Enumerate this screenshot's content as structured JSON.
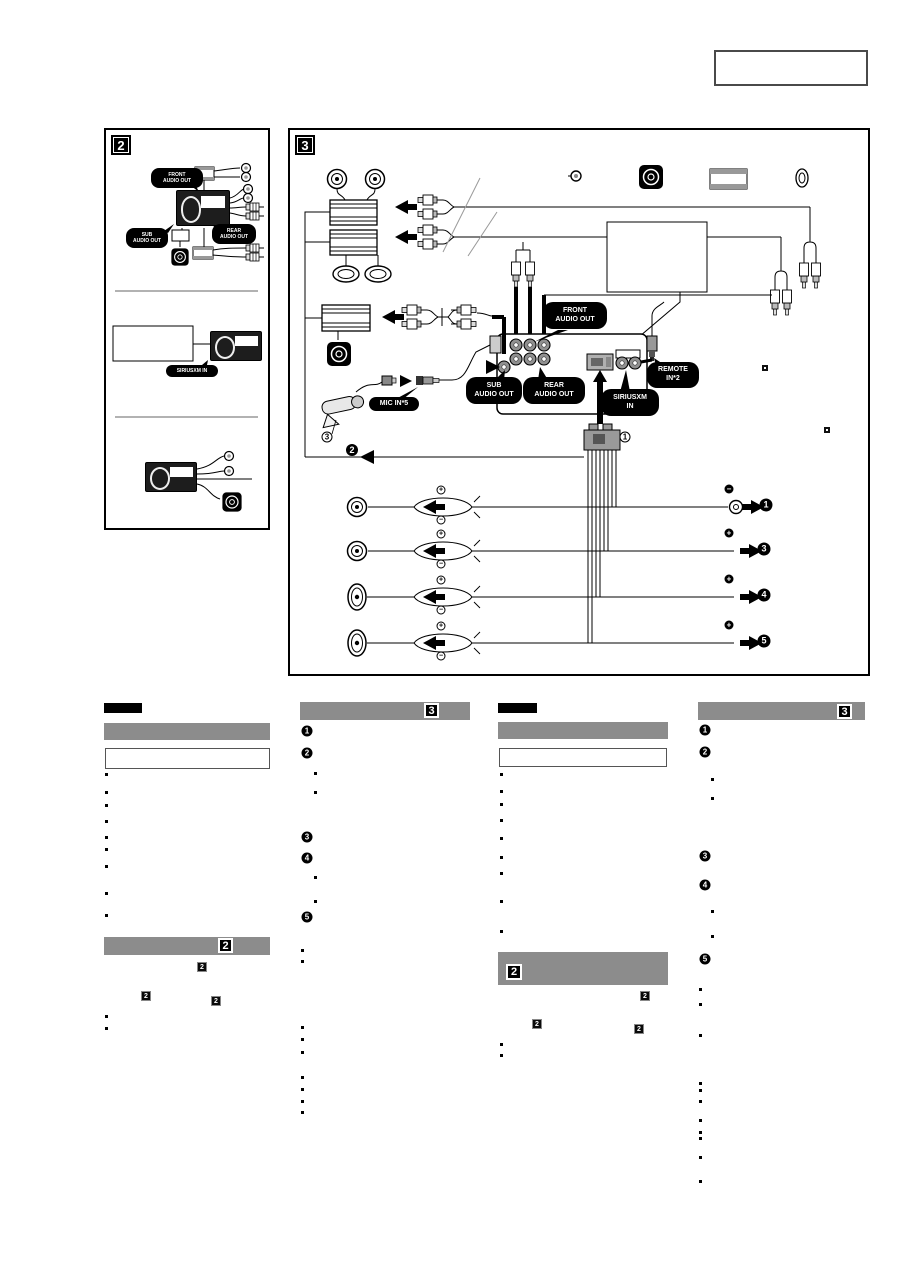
{
  "page": {
    "top_right_box": ""
  },
  "diagram2": {
    "tag": "2",
    "front": "FRONT\nAUDIO OUT",
    "sub": "SUB\nAUDIO OUT",
    "rear": "REAR\nAUDIO OUT",
    "sirius": "SIRIUSXM IN"
  },
  "diagram3": {
    "tag": "3",
    "front": "FRONT\nAUDIO OUT",
    "sub": "SUB\nAUDIO OUT",
    "rear": "REAR\nAUDIO OUT",
    "sirius": "SIRIUSXM\nIN",
    "remote": "REMOTE\nIN*2",
    "mic": "MIC IN*5",
    "mic_ref": "3",
    "harness_ref": "1",
    "power_ref": "2",
    "circuits": [
      {
        "num": "1",
        "plus": "+",
        "minus": "−",
        "pol": "−"
      },
      {
        "num": "3",
        "plus": "+",
        "minus": "−",
        "pol": "+"
      },
      {
        "num": "4",
        "plus": "+",
        "minus": "−",
        "pol": "+"
      },
      {
        "num": "5",
        "plus": "+",
        "minus": "−",
        "pol": "+"
      }
    ]
  },
  "columns": {
    "col1": {
      "bar2_tag": "2",
      "refs": [
        "2",
        "2",
        "2"
      ]
    },
    "col2": {
      "bar_tag": "3",
      "steps": [
        "1",
        "2",
        "3",
        "4",
        "5"
      ]
    },
    "col3": {
      "bar2_tag": "2",
      "refs": [
        "2",
        "2",
        "2"
      ]
    },
    "col4": {
      "bar_tag": "3",
      "steps": [
        "1",
        "2",
        "3",
        "4",
        "5"
      ]
    }
  }
}
